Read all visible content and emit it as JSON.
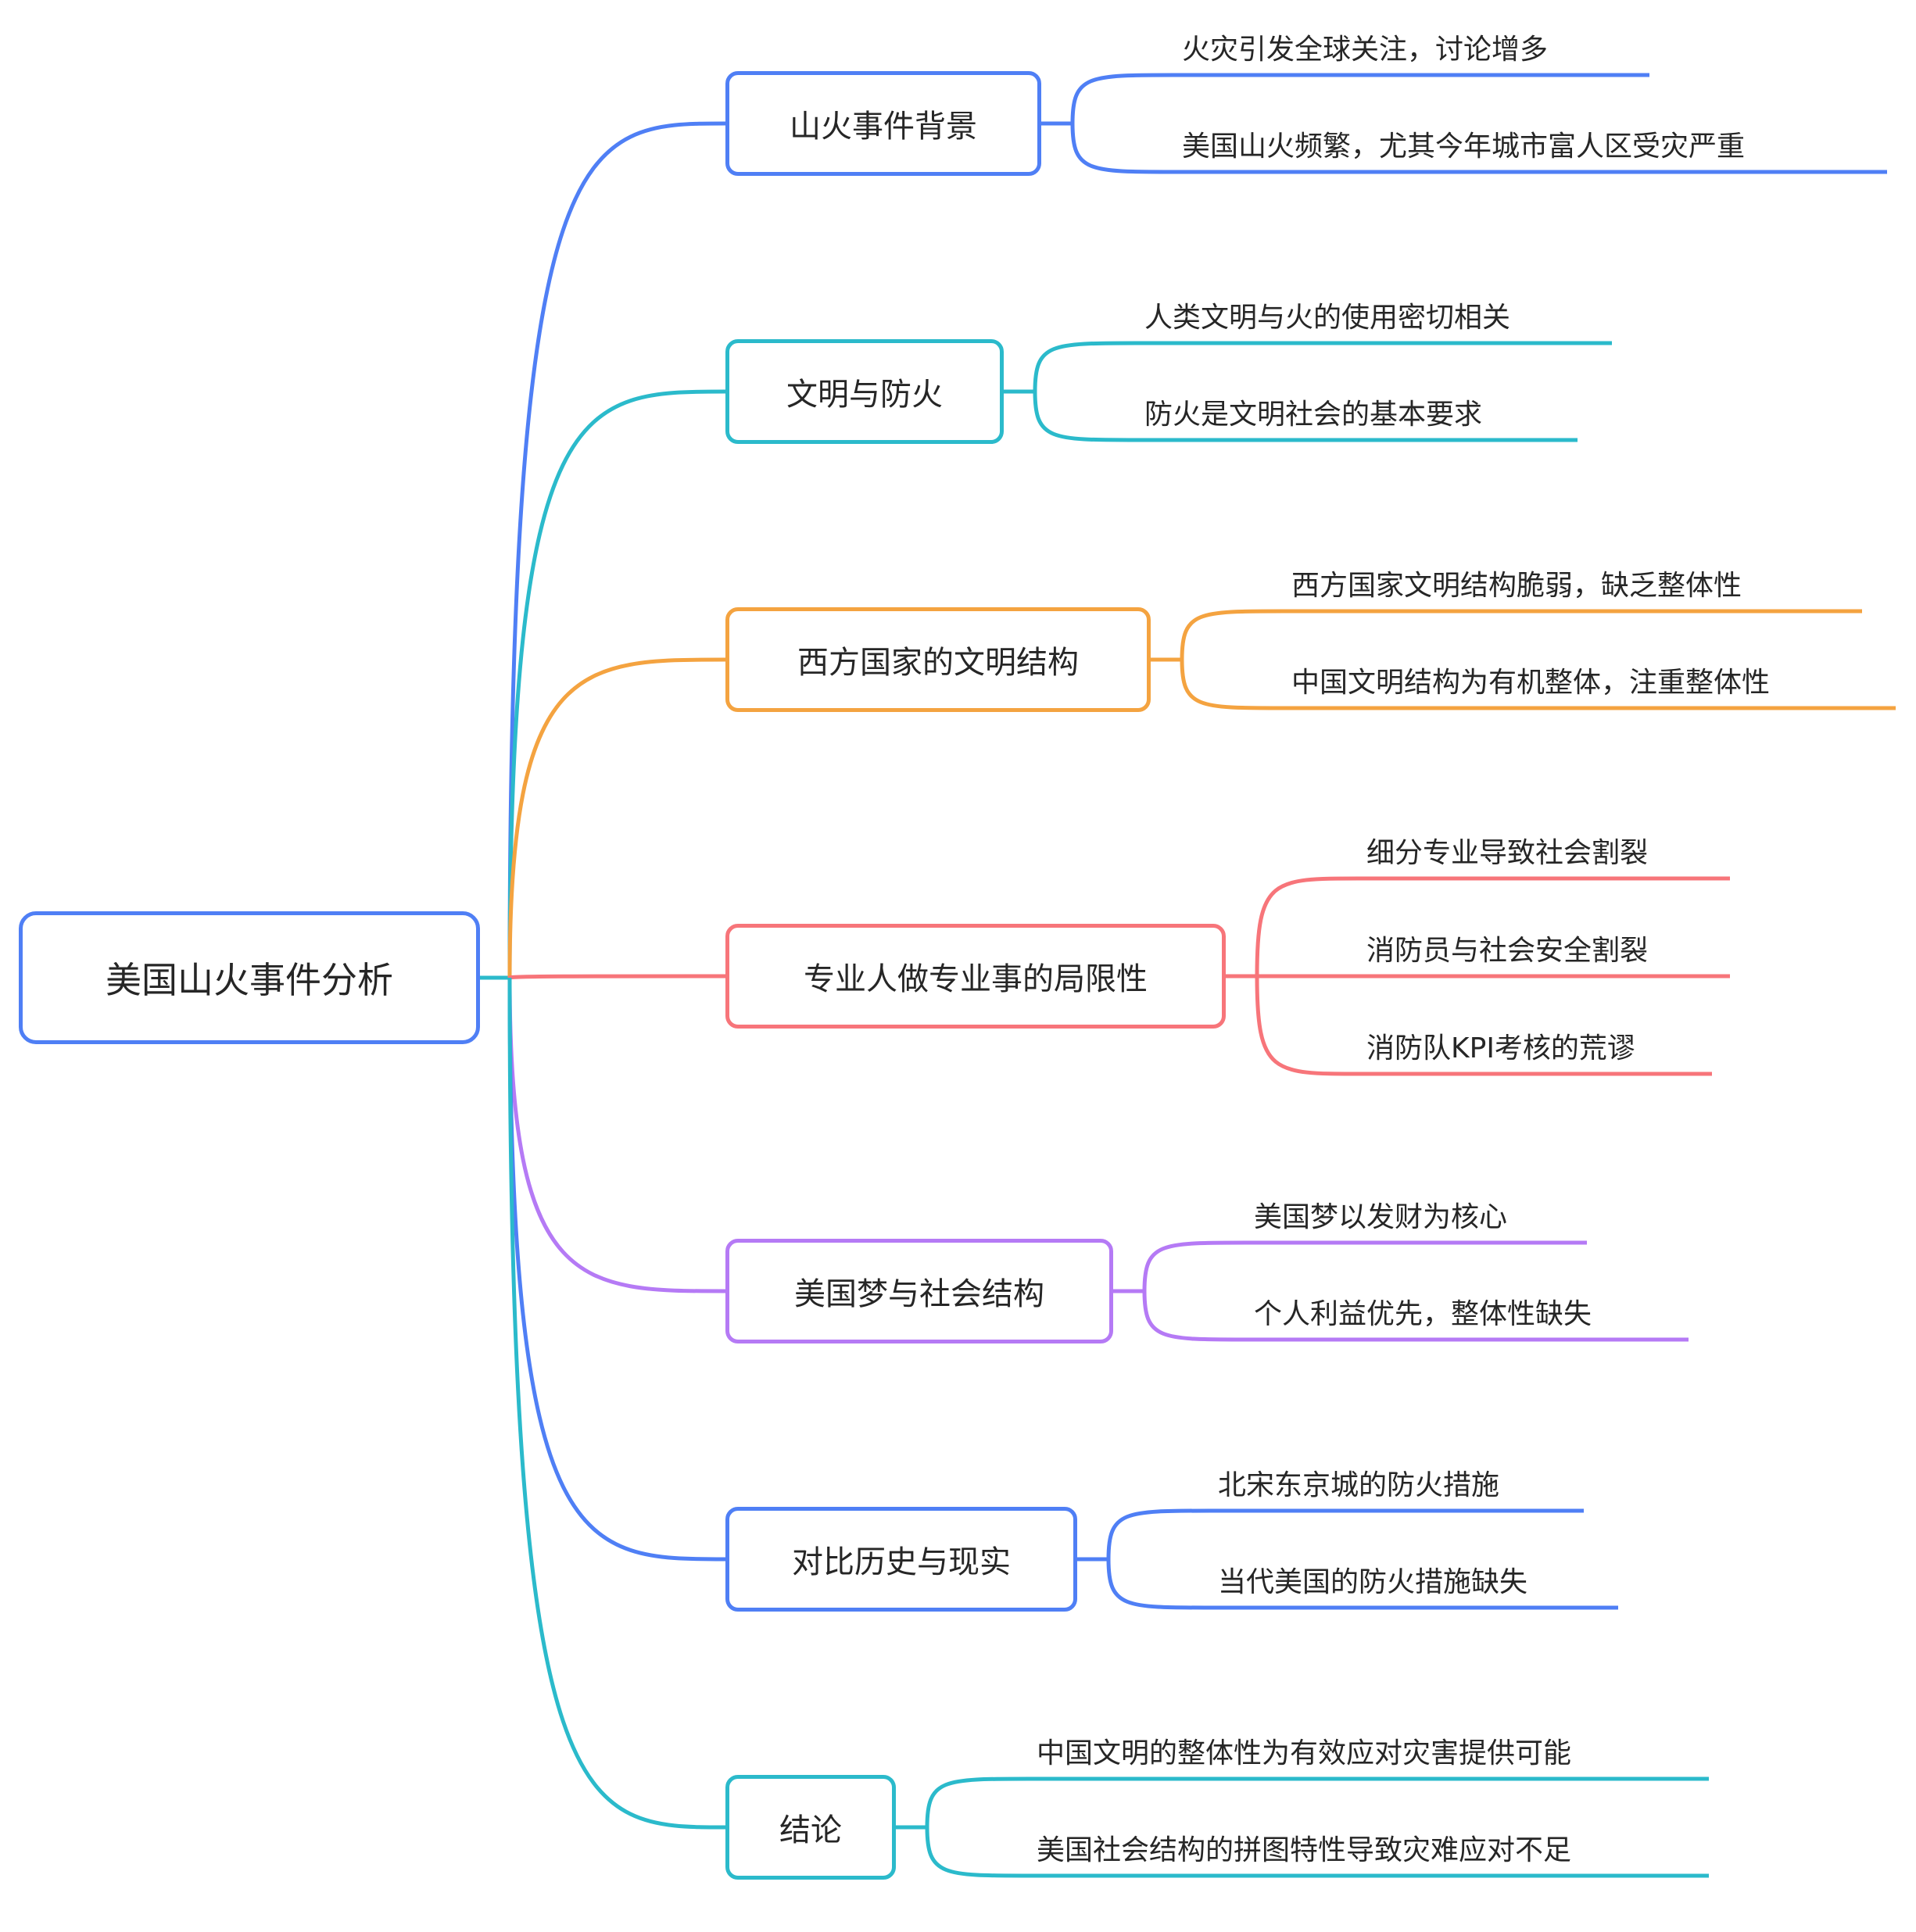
{
  "root": {
    "label": "美国山火事件分析",
    "color": "#4f7ff5"
  },
  "branches": [
    {
      "label": "山火事件背景",
      "color": "#4f7ff5",
      "children": [
        "火灾引发全球关注，讨论增多",
        "美国山火频繁，尤其今年城市富人区受灾严重"
      ]
    },
    {
      "label": "文明与防火",
      "color": "#2bbacb",
      "children": [
        "人类文明与火的使用密切相关",
        "防火是文明社会的基本要求"
      ]
    },
    {
      "label": "西方国家的文明结构",
      "color": "#f4a340",
      "children": [
        "西方国家文明结构脆弱，缺乏整体性",
        "中国文明结构为有机整体，注重整体性"
      ]
    },
    {
      "label": "专业人做专业事的局限性",
      "color": "#f7757a",
      "children": [
        "细分专业导致社会割裂",
        "消防员与社会安全割裂",
        "消防队KPI考核的荒谬"
      ]
    },
    {
      "label": "美国梦与社会结构",
      "color": "#b57af5",
      "children": [
        "美国梦以发财为核心",
        "个人利益优先，整体性缺失"
      ]
    },
    {
      "label": "对比历史与现实",
      "color": "#4f7ff5",
      "children": [
        "北宋东京城的防火措施",
        "当代美国的防火措施缺失"
      ]
    },
    {
      "label": "结论",
      "color": "#2bbacb",
      "children": [
        "中国文明的整体性为有效应对灾害提供可能",
        "美国社会结构的拼图特性导致灾难应对不足"
      ]
    }
  ]
}
